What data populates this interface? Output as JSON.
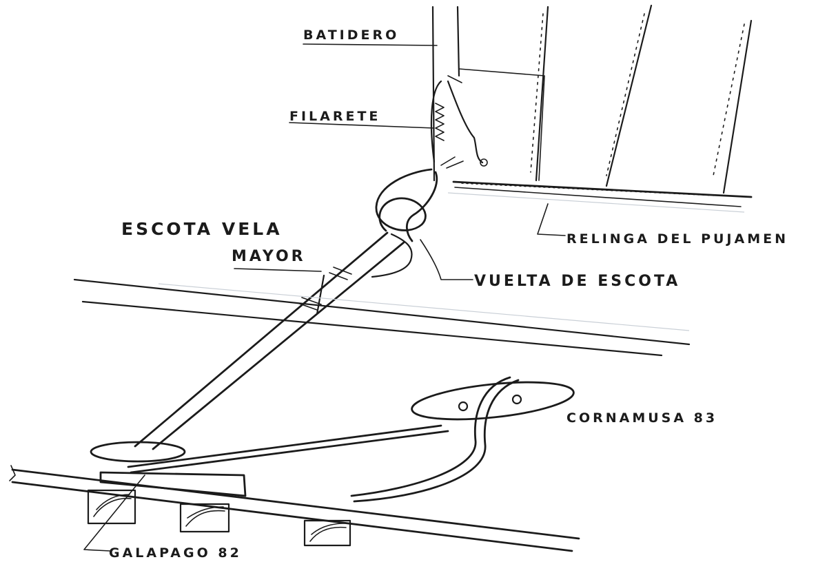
{
  "labels": {
    "batidero": "BATIDERO",
    "filarete": "FILARETE",
    "escota_vela": "ESCOTA VELA",
    "mayor": "MAYOR",
    "relinga": "RELINGA DEL PUJAMEN",
    "vuelta": "VUELTA DE ESCOTA",
    "cornamusa": "CORNAMUSA 83",
    "galapago": "GALAPAGO 82"
  }
}
